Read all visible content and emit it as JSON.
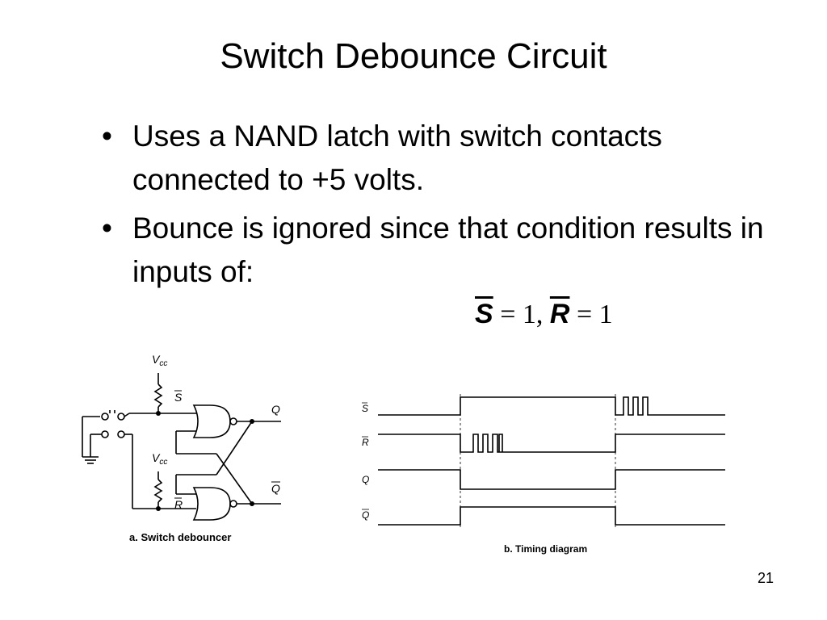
{
  "slide": {
    "title": "Switch Debounce Circuit",
    "bullets": [
      "Uses a NAND latch with switch contacts connected to +5 volts.",
      "Bounce is ignored since that condition results in inputs of:"
    ],
    "equation": {
      "s_var": "S",
      "s_rest": " = 1, ",
      "r_var": "R",
      "r_rest": " = 1"
    },
    "page_number": "21"
  },
  "circuit": {
    "vcc_top": "V",
    "vcc_top_sub": "cc",
    "vcc_bottom": "V",
    "vcc_bottom_sub": "cc",
    "s_bar": "S",
    "r_bar": "R",
    "q": "Q",
    "q_bar": "Q",
    "caption": "a. Switch debouncer"
  },
  "timing": {
    "signals": [
      "S",
      "R",
      "Q",
      "Q"
    ],
    "caption": "b. Timing diagram"
  }
}
